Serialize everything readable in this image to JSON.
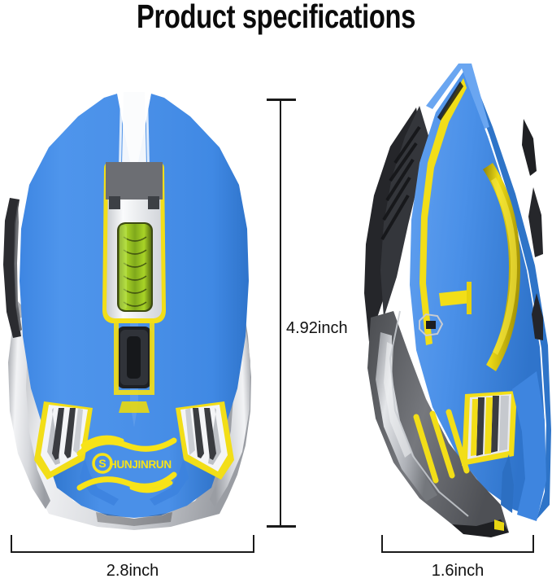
{
  "page": {
    "title": "Product specifications",
    "background": "#ffffff"
  },
  "colors": {
    "blue_body": "#4A90E8",
    "blue_dark": "#2E74C8",
    "blue_light": "#7FB4F2",
    "yellow_accent": "#F5E21C",
    "yellow_deep": "#E2CC09",
    "silver": "#E8E9EB",
    "silver_dark": "#B6B9BE",
    "gray_body": "#6E7074",
    "dark_gray": "#3A3B3F",
    "near_black": "#232427",
    "green_led": "#8CC417",
    "line_black": "#1a1a1a",
    "text_black": "#111111"
  },
  "dimensions": {
    "height": {
      "label": "4.92inch",
      "orientation": "vertical"
    },
    "length": {
      "label": "2.8inch",
      "orientation": "horizontal"
    },
    "width": {
      "label": "1.6inch",
      "orientation": "horizontal"
    }
  },
  "products": {
    "top_view": {
      "name": "wireless-gaming-mouse-top-view",
      "brand_logo": "SHUNJINRUN",
      "color": "blue"
    },
    "side_view": {
      "name": "wireless-gaming-mouse-side-view",
      "color": "blue"
    }
  }
}
